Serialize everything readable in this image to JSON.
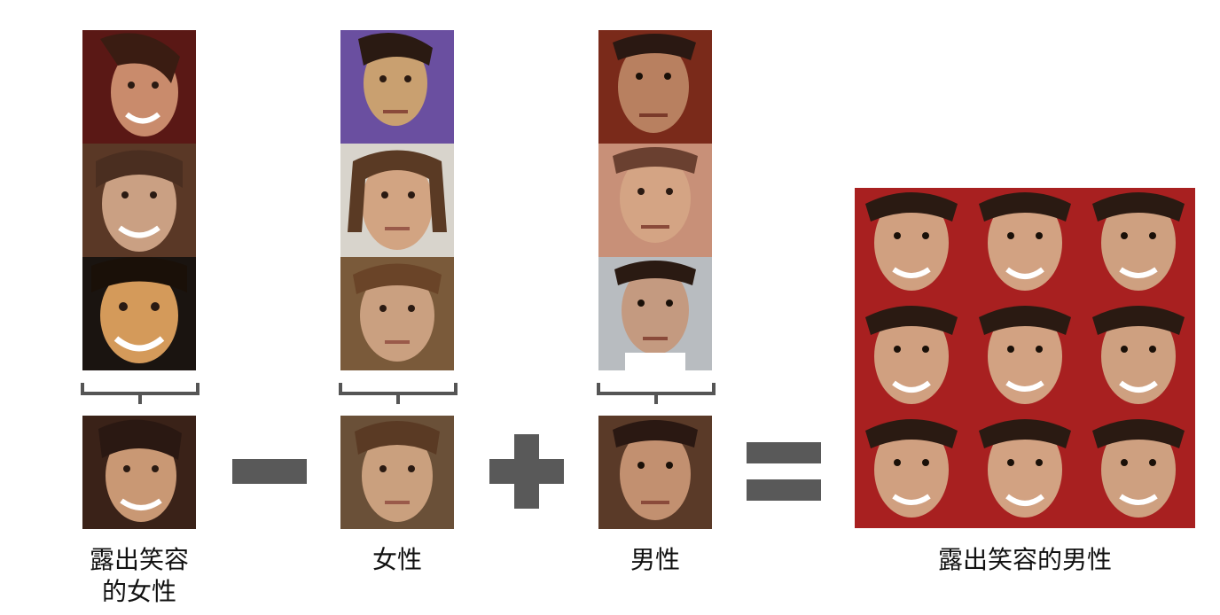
{
  "labels": {
    "smiling_woman": "露出笑容\n的女性",
    "woman": "女性",
    "man": "男性",
    "smiling_man": "露出笑容的男性"
  },
  "operators": [
    "minus",
    "plus",
    "equals"
  ],
  "colors": {
    "operator": "#595959",
    "bracket": "#555555",
    "skin": "#c8906a",
    "hair_dark": "#2a1a12",
    "background_red": "#a02020"
  }
}
